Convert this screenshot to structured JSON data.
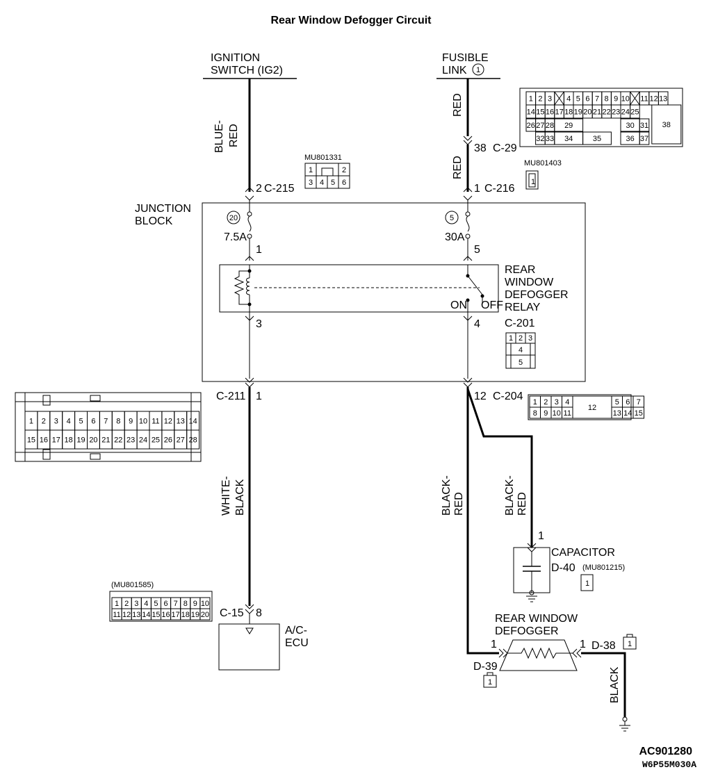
{
  "title": "Rear Window Defogger Circuit",
  "sources": {
    "ignition": [
      "IGNITION",
      "SWITCH (IG2)"
    ],
    "fusible": [
      "FUSIBLE",
      "LINK"
    ],
    "fusible_num": "1"
  },
  "wires": {
    "blue_red": [
      "BLUE-",
      "RED"
    ],
    "red_upper": "RED",
    "red_lower": "RED",
    "white_black": [
      "WHITE-",
      "BLACK"
    ],
    "black_red_main": [
      "BLACK-",
      "RED"
    ],
    "black_red_branch": [
      "BLACK-",
      "RED"
    ],
    "black": "BLACK"
  },
  "connectors": {
    "c29_pin": "38",
    "c29": "C-29",
    "c215_pin": "2",
    "c215": "C-215",
    "c215_part": "MU801331",
    "c215_cells": [
      "1",
      "2",
      "3",
      "4",
      "5",
      "6"
    ],
    "c216_pin": "1",
    "c216": "C-216",
    "c216_part": "MU801403",
    "c216_cells": [
      "1"
    ],
    "c211": "C-211",
    "c211_pin": "1",
    "c204_pin": "12",
    "c204": "C-204",
    "c201": "C-201",
    "c201_cells": [
      "1",
      "2",
      "3",
      "4",
      "5"
    ],
    "c15": "C-15",
    "c15_pin": "8",
    "c15_part": "(MU801585)",
    "d40": "D-40",
    "d40_part": "(MU801215)",
    "d40_pin": "1",
    "d40_cells": [
      "1"
    ],
    "d38": "D-38",
    "d38_pin": "1",
    "d38_cells": [
      "1"
    ],
    "d39": "D-39",
    "d39_pin": "1",
    "d39_cells": [
      "1"
    ]
  },
  "c29_rows": [
    [
      "1",
      "2",
      "3",
      "4",
      "5",
      "6",
      "7",
      "8",
      "9",
      "10",
      "11",
      "12",
      "13"
    ],
    [
      "14",
      "15",
      "16",
      "17",
      "18",
      "19",
      "20",
      "21",
      "22",
      "23",
      "24",
      "25"
    ],
    [
      "26",
      "27",
      "28",
      "29",
      "30",
      "31",
      "38"
    ],
    [
      "32",
      "33",
      "34",
      "35",
      "36",
      "37"
    ]
  ],
  "c211_rows": [
    [
      "1",
      "2",
      "3",
      "4",
      "5",
      "6",
      "7",
      "8",
      "9",
      "10",
      "11",
      "12",
      "13",
      "14"
    ],
    [
      "15",
      "16",
      "17",
      "18",
      "19",
      "20",
      "21",
      "22",
      "23",
      "24",
      "25",
      "26",
      "27",
      "28"
    ]
  ],
  "c204_rows": [
    [
      "1",
      "2",
      "3",
      "4",
      "12",
      "5",
      "6",
      "7"
    ],
    [
      "8",
      "9",
      "10",
      "11",
      "13",
      "14",
      "15"
    ]
  ],
  "c15_rows": [
    [
      "1",
      "2",
      "3",
      "4",
      "5",
      "6",
      "7",
      "8",
      "9",
      "10"
    ],
    [
      "11",
      "12",
      "13",
      "14",
      "15",
      "16",
      "17",
      "18",
      "19",
      "20"
    ]
  ],
  "junction": {
    "label": [
      "JUNCTION",
      "BLOCK"
    ],
    "fuse20": "20",
    "fuse20_rating": "7.5A",
    "fuse20_out": "1",
    "fuse5": "5",
    "fuse5_rating": "30A",
    "fuse5_out": "5",
    "relay_pin3": "3",
    "relay_pin4": "4",
    "relay_on": "ON",
    "relay_off": "OFF",
    "relay_label": [
      "REAR",
      "WINDOW",
      "DEFOGGER",
      "RELAY"
    ]
  },
  "components": {
    "ecu": [
      "A/C-",
      "ECU"
    ],
    "capacitor": "CAPACITOR",
    "defogger": [
      "REAR WINDOW",
      "DEFOGGER"
    ]
  },
  "footer": {
    "code1": "AC901280",
    "code2": "W6P55M030A"
  }
}
